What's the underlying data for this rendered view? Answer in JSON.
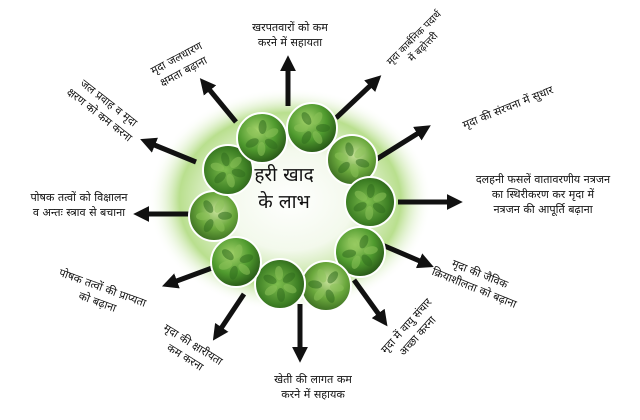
{
  "center": {
    "title": "हरी खाद\nके लाभ"
  },
  "benefits": [
    {
      "id": "weed",
      "text": "खरपतवारों को कम\nकरने में सहायता"
    },
    {
      "id": "organic",
      "text": "मृदा कार्बनिक पदार्थ\nमें बढ़ोत्तरी"
    },
    {
      "id": "structure",
      "text": "मृदा की संरचना में सुधार"
    },
    {
      "id": "nitrogen",
      "text": "दलहनी फसलें वातावरणीय नत्रजन\nका स्थिरीकरण कर मृदा में\nनत्रजन की आपूर्ति बढ़ाना"
    },
    {
      "id": "biological",
      "text": "मृदा की जैविक\nक्रियाशीलता को बढ़ाना"
    },
    {
      "id": "aeration",
      "text": "मृदा में वायु संचार\nअच्छा करना"
    },
    {
      "id": "cost",
      "text": "खेती की लागत कम\nकरने में सहायक"
    },
    {
      "id": "alkalinity",
      "text": "मृदा की क्षारीयता\nकम करना"
    },
    {
      "id": "availability",
      "text": "पोषक तत्वों की प्राप्यता\nको बढ़ाना"
    },
    {
      "id": "leaching",
      "text": "पोषक तत्वों को विक्षालन\nव अन्तः स्त्राव से बचाना"
    },
    {
      "id": "erosion",
      "text": "जल प्रवाह व मृदा\nक्षरण को कम करना"
    },
    {
      "id": "water",
      "text": "मृदा जलधारण\nक्षमता बढ़ाना"
    }
  ],
  "colors": {
    "ring_glow": "#9fd36a",
    "center_fill": "#eef6e6",
    "arrow": "#111111",
    "leaf_dark": "#2f6b1e",
    "leaf_mid": "#4f9a2e",
    "leaf_light": "#8cc35a"
  }
}
